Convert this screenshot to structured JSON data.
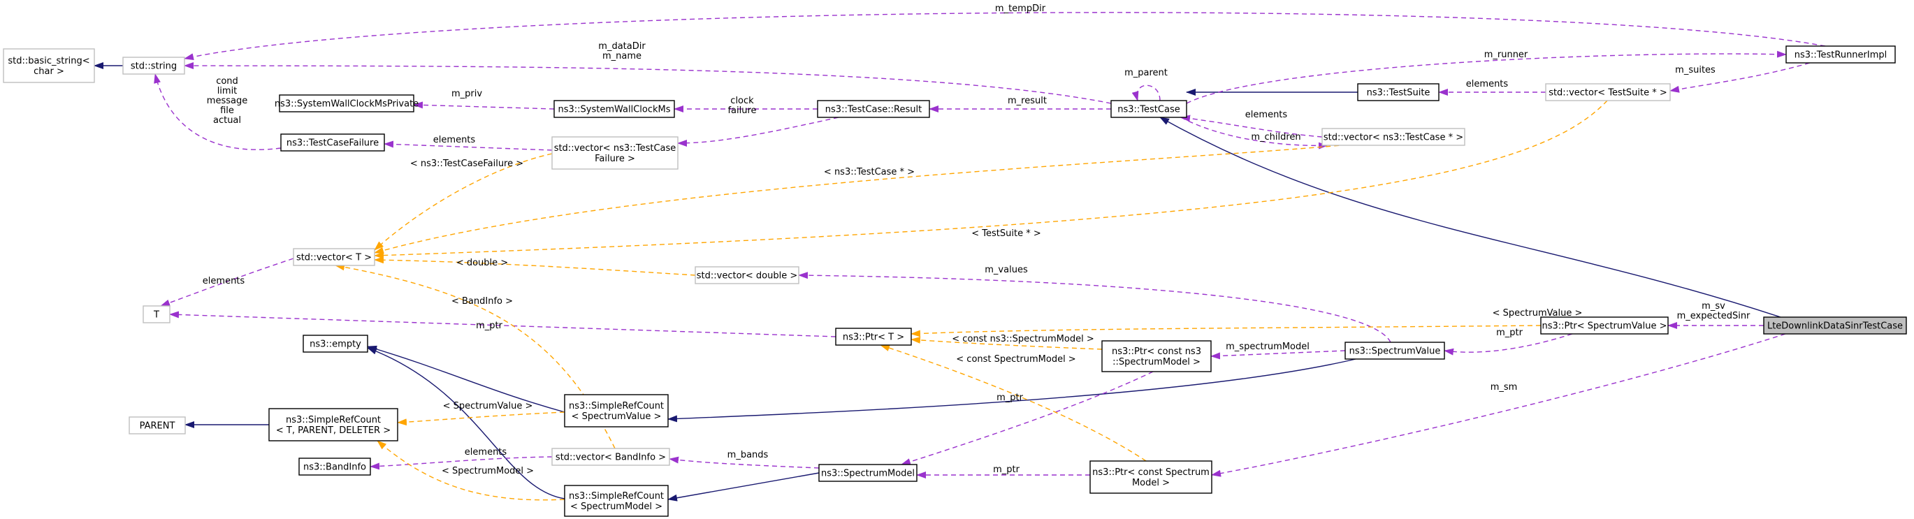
{
  "diagram": {
    "title": "",
    "nodes": {
      "basic_string": [
        "std::basic_string<",
        "char >"
      ],
      "string": [
        "std::string"
      ],
      "SystemWallClockMsPrivate": [
        "ns3::SystemWallClockMsPrivate"
      ],
      "SystemWallClockMs": [
        "ns3::SystemWallClockMs"
      ],
      "TestCaseFailure": [
        "ns3::TestCaseFailure"
      ],
      "TestCaseResult": [
        "ns3::TestCase::Result"
      ],
      "vectorTestCaseFailure": [
        "std::vector< ns3::TestCase",
        "Failure >"
      ],
      "TestCase": [
        "ns3::TestCase"
      ],
      "TestSuite": [
        "ns3::TestSuite"
      ],
      "TestRunnerImpl": [
        "ns3::TestRunnerImpl"
      ],
      "vectorTestSuitePtr": [
        "std::vector< TestSuite * >"
      ],
      "vectorTestCasePtr": [
        "std::vector< ns3::TestCase * >"
      ],
      "vectorT": [
        "std::vector< T >"
      ],
      "T": [
        "T"
      ],
      "vectorDouble": [
        "std::vector< double >"
      ],
      "PtrT": [
        "ns3::Ptr< T >"
      ],
      "PtrConstSpectrumModelA": [
        "ns3::Ptr< const ns3",
        "::SpectrumModel >"
      ],
      "SpectrumValue": [
        "ns3::SpectrumValue"
      ],
      "PtrSpectrumValue": [
        "ns3::Ptr< SpectrumValue >"
      ],
      "LteDownlinkDataSinrTestCase": [
        "LteDownlinkDataSinrTestCase"
      ],
      "empty": [
        "ns3::empty"
      ],
      "SimpleRefCountTPD": [
        "ns3::SimpleRefCount",
        "< T, PARENT, DELETER >"
      ],
      "PARENT": [
        "PARENT"
      ],
      "SimpleRefCountSV": [
        "ns3::SimpleRefCount",
        "< SpectrumValue >"
      ],
      "BandInfo": [
        "ns3::BandInfo"
      ],
      "vectorBandInfo": [
        "std::vector< BandInfo >"
      ],
      "SimpleRefCountSM": [
        "ns3::SimpleRefCount",
        "< SpectrumModel >"
      ],
      "SpectrumModel": [
        "ns3::SpectrumModel"
      ],
      "PtrConstSpectrumModelB": [
        "ns3::Ptr< const Spectrum",
        "Model >"
      ]
    },
    "edge_labels": {
      "m_tempDir": [
        "m_tempDir"
      ],
      "m_dataDir_name": [
        "m_dataDir",
        "m_name"
      ],
      "m_runner": [
        "m_runner"
      ],
      "m_suites": [
        "m_suites"
      ],
      "m_parent": [
        "m_parent"
      ],
      "string_members": [
        "cond",
        "limit",
        "message",
        "file",
        "actual"
      ],
      "m_priv": [
        "m_priv"
      ],
      "clock_failure": [
        "clock",
        "failure"
      ],
      "m_result": [
        "m_result"
      ],
      "elements_suites": [
        "elements"
      ],
      "elements_testcases": [
        "elements"
      ],
      "m_children": [
        "m_children"
      ],
      "elements_failure": [
        "elements"
      ],
      "tpl_testcasefailure": [
        "< ns3::TestCaseFailure >"
      ],
      "tpl_testcaseptr": [
        "< ns3::TestCase * >"
      ],
      "tpl_testsuiteptr": [
        "< TestSuite * >"
      ],
      "tpl_double": [
        "< double >"
      ],
      "elements_T": [
        "elements"
      ],
      "m_values": [
        "m_values"
      ],
      "tpl_bandinfo": [
        "< BandInfo >"
      ],
      "tpl_spectrumvalue_ptr": [
        "< SpectrumValue >"
      ],
      "m_sv_expected": [
        "m_sv",
        "m_expectedSinr"
      ],
      "m_ptr_T": [
        "m_ptr"
      ],
      "tpl_const_ns3_spectrummodel": [
        "< const ns3::SpectrumModel >"
      ],
      "m_ptr_psv": [
        "m_ptr"
      ],
      "m_spectrumModel": [
        "m_spectrumModel"
      ],
      "tpl_const_spectrummodel": [
        "< const SpectrumModel >"
      ],
      "m_ptr_A": [
        "m_ptr"
      ],
      "tpl_spectrumvalue_ref": [
        "< SpectrumValue >"
      ],
      "m_sm": [
        "m_sm"
      ],
      "elements_band": [
        "elements"
      ],
      "m_bands": [
        "m_bands"
      ],
      "tpl_spectrummodel_ref": [
        "< SpectrumModel >"
      ],
      "m_ptr_B": [
        "m_ptr"
      ]
    },
    "colors": {
      "inheritance": "#191970",
      "usage": "#9a32cd",
      "template": "#ffa500",
      "current_fill": "#bfbfbf",
      "undocumented_border": "#bfbfbf"
    }
  }
}
